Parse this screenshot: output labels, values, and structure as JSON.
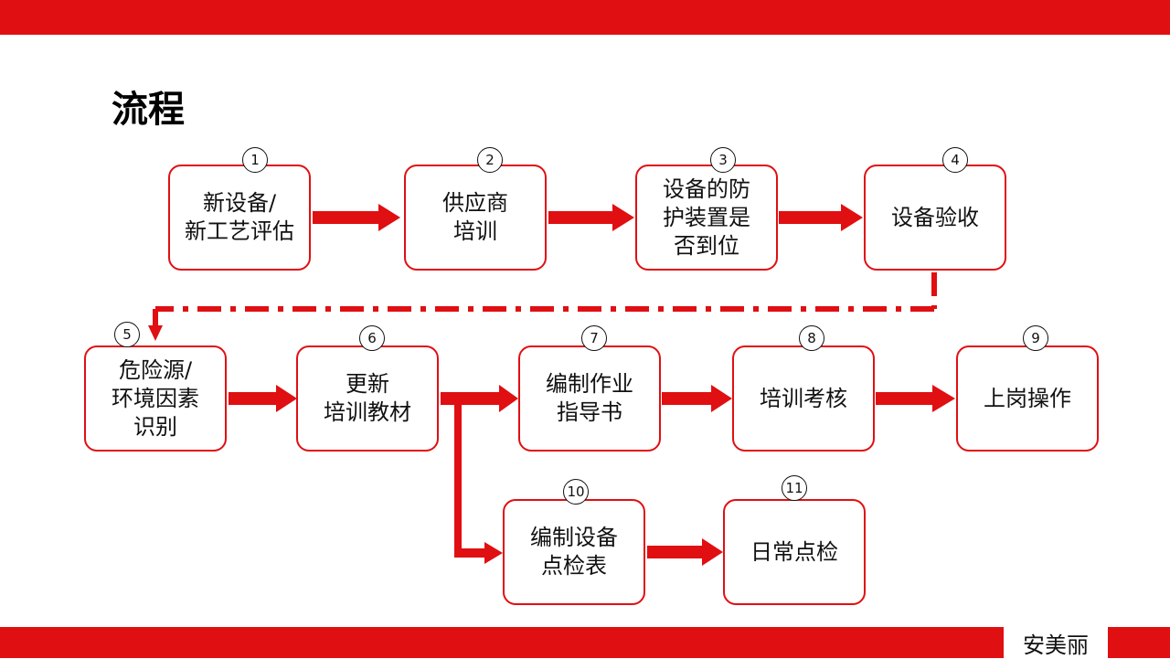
{
  "title": "流程",
  "author": "安美丽",
  "colors": {
    "accent": "#e00f12"
  },
  "steps": [
    {
      "num": "1",
      "label": "新设备/\n新工艺评估"
    },
    {
      "num": "2",
      "label": "供应商\n培训"
    },
    {
      "num": "3",
      "label": "设备的防\n护装置是\n否到位"
    },
    {
      "num": "4",
      "label": "设备验收"
    },
    {
      "num": "5",
      "label": "危险源/\n环境因素\n识别"
    },
    {
      "num": "6",
      "label": "更新\n培训教材"
    },
    {
      "num": "7",
      "label": "编制作业\n指导书"
    },
    {
      "num": "8",
      "label": "培训考核"
    },
    {
      "num": "9",
      "label": "上岗操作"
    },
    {
      "num": "10",
      "label": "编制设备\n点检表"
    },
    {
      "num": "11",
      "label": "日常点检"
    }
  ]
}
